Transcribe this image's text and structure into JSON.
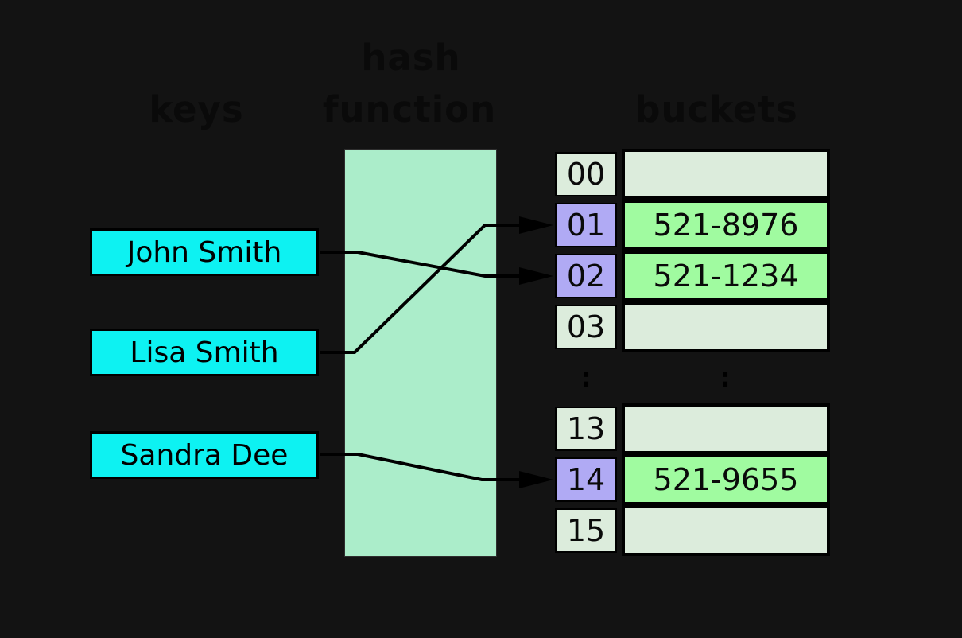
{
  "diagram": {
    "headers": {
      "keys": "keys",
      "hash": "hash",
      "function": "function",
      "buckets": "buckets"
    },
    "keys": [
      {
        "label": "John Smith"
      },
      {
        "label": "Lisa Smith"
      },
      {
        "label": "Sandra Dee"
      }
    ],
    "mappings": [
      {
        "key": "John Smith",
        "bucket": "02"
      },
      {
        "key": "Lisa Smith",
        "bucket": "01"
      },
      {
        "key": "Sandra Dee",
        "bucket": "14"
      }
    ],
    "buckets": {
      "ellipsis": ":",
      "rows": [
        {
          "index": "00",
          "value": "",
          "highlighted": false
        },
        {
          "index": "01",
          "value": "521-8976",
          "highlighted": true
        },
        {
          "index": "02",
          "value": "521-1234",
          "highlighted": true
        },
        {
          "index": "03",
          "value": "",
          "highlighted": false
        },
        {
          "index": "13",
          "value": "",
          "highlighted": false
        },
        {
          "index": "14",
          "value": "521-9655",
          "highlighted": true
        },
        {
          "index": "15",
          "value": "",
          "highlighted": false
        }
      ]
    },
    "colors": {
      "background": "#131313",
      "key_box": "#0df2f2",
      "hash_box": "#abedca",
      "bucket_cell": "#dcecdc",
      "bucket_index_highlight": "#b0aaf4",
      "bucket_value_highlight": "#a0fba0",
      "line": "#000000",
      "label_text": "#0a0a0a"
    }
  }
}
